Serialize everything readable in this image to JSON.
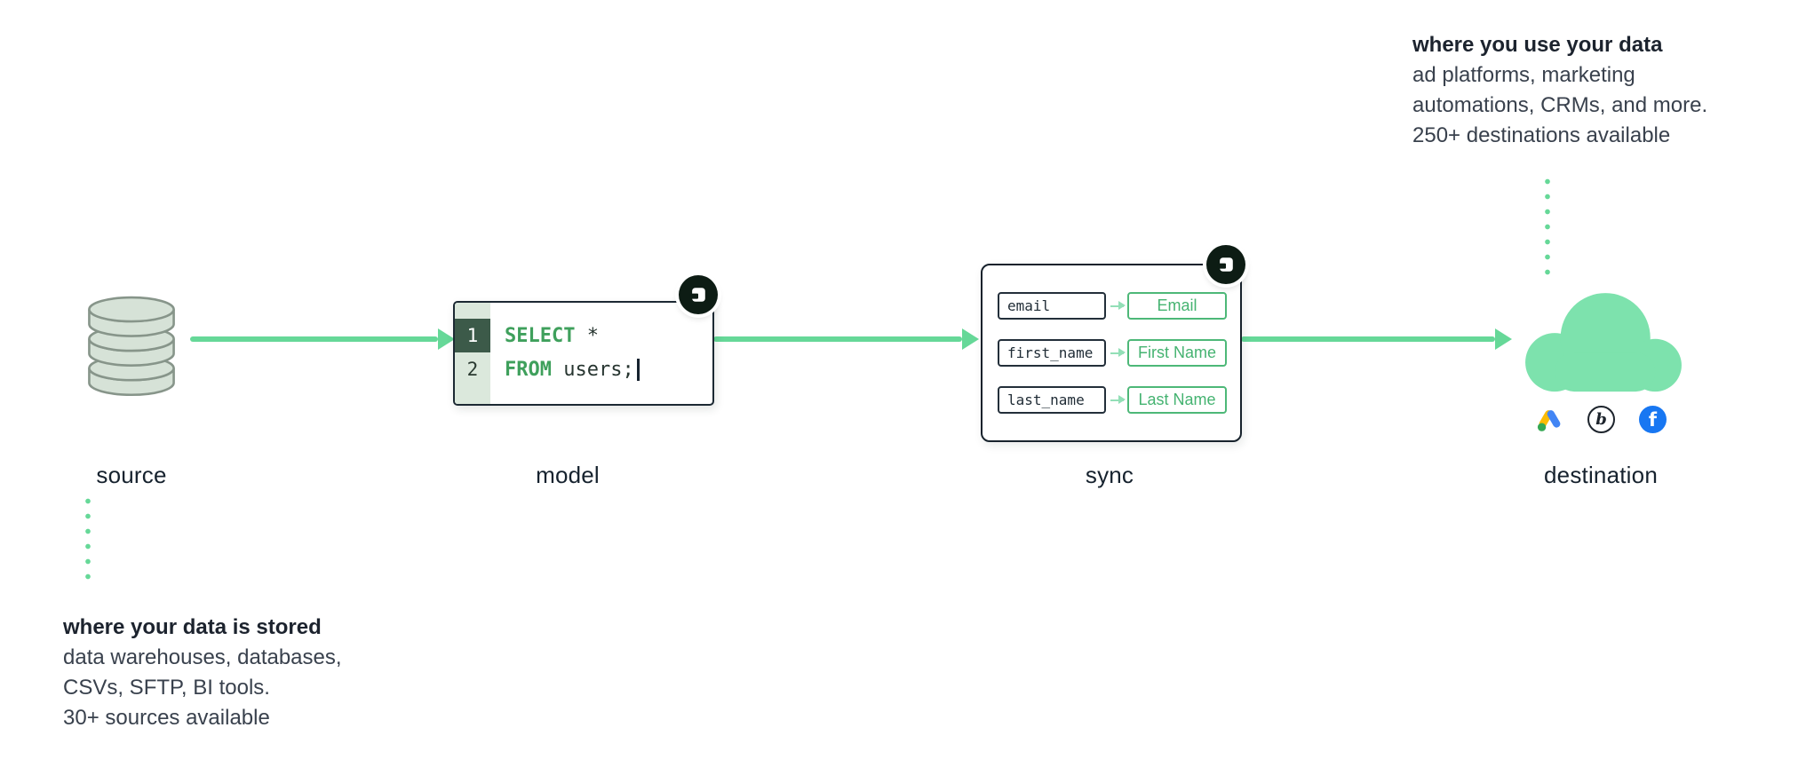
{
  "labels": {
    "source": "source",
    "model": "model",
    "sync": "sync",
    "destination": "destination"
  },
  "source_note": {
    "title": "where your data is stored",
    "line1": "data warehouses, databases,",
    "line2": "CSVs, SFTP, BI tools.",
    "line3": "30+ sources available"
  },
  "destination_note": {
    "title": "where you use your data",
    "line1": "ad platforms, marketing",
    "line2": "automations, CRMs, and more.",
    "line3": "250+ destinations available"
  },
  "model_code": {
    "line1_number": "1",
    "line1_keyword": "SELECT",
    "line1_rest": " *",
    "line2_number": "2",
    "line2_keyword": "FROM",
    "line2_rest": " users;"
  },
  "sync_mappings": {
    "rows": [
      {
        "source": "email",
        "destination": "Email"
      },
      {
        "source": "first_name",
        "destination": "First Name"
      },
      {
        "source": "last_name",
        "destination": "Last Name"
      }
    ]
  },
  "icons": {
    "database": "database-icon",
    "cloud": "cloud-icon",
    "badge": "hightouch-logo-badge",
    "apps": [
      "google-ads-icon",
      "letter-b-circle-icon",
      "facebook-icon"
    ],
    "letter_b_glyph": "b",
    "facebook_glyph": "f"
  },
  "colors": {
    "arrow_green": "#66d898",
    "cloud_green": "#7de2ad",
    "keyword_green": "#3fa05c",
    "field_green": "#4db878",
    "gutter_light_green": "#dbe8dc",
    "gutter_active_green": "#3c5a49",
    "dark": "#16222e",
    "badge_dark": "#0d1c14",
    "facebook_blue": "#1877F2",
    "google_yellow": "#FBBC04",
    "google_blue": "#4285F4",
    "google_green": "#34A853"
  }
}
